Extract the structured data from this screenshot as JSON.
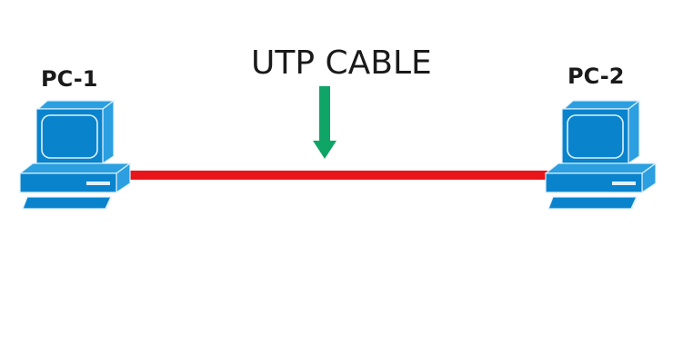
{
  "nodes": [
    {
      "id": "pc1",
      "label": "PC-1",
      "icon": "desktop-computer-icon"
    },
    {
      "id": "pc2",
      "label": "PC-2",
      "icon": "desktop-computer-icon"
    }
  ],
  "link": {
    "label": "UTP CABLE",
    "from": "pc1",
    "to": "pc2",
    "color": "#e8151b"
  },
  "pointer": {
    "icon": "arrow-down-icon",
    "color": "#0ea566"
  },
  "colors": {
    "computer_main": "#0a83cd",
    "computer_light": "#2b9fe0",
    "computer_outline": "#dff1fb",
    "background": "#ffffff"
  }
}
